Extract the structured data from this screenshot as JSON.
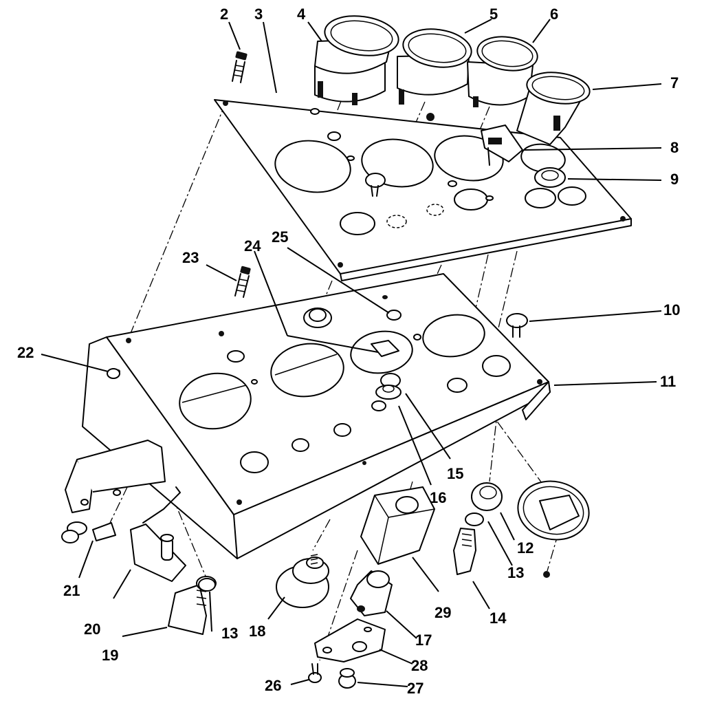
{
  "callouts": [
    {
      "id": "c2",
      "text": "2"
    },
    {
      "id": "c3",
      "text": "3"
    },
    {
      "id": "c4",
      "text": "4"
    },
    {
      "id": "c5",
      "text": "5"
    },
    {
      "id": "c6",
      "text": "6"
    },
    {
      "id": "c7",
      "text": "7"
    },
    {
      "id": "c8",
      "text": "8"
    },
    {
      "id": "c9",
      "text": "9"
    },
    {
      "id": "c10",
      "text": "10"
    },
    {
      "id": "c11",
      "text": "11"
    },
    {
      "id": "c12",
      "text": "12"
    },
    {
      "id": "c13a",
      "text": "13"
    },
    {
      "id": "c13b",
      "text": "13"
    },
    {
      "id": "c14",
      "text": "14"
    },
    {
      "id": "c15",
      "text": "15"
    },
    {
      "id": "c16",
      "text": "16"
    },
    {
      "id": "c17",
      "text": "17"
    },
    {
      "id": "c18",
      "text": "18"
    },
    {
      "id": "c19",
      "text": "19"
    },
    {
      "id": "c20",
      "text": "20"
    },
    {
      "id": "c21",
      "text": "21"
    },
    {
      "id": "c22",
      "text": "22"
    },
    {
      "id": "c23",
      "text": "23"
    },
    {
      "id": "c24",
      "text": "24"
    },
    {
      "id": "c25",
      "text": "25"
    },
    {
      "id": "c26",
      "text": "26"
    },
    {
      "id": "c27",
      "text": "27"
    },
    {
      "id": "c28",
      "text": "28"
    },
    {
      "id": "c29",
      "text": "29"
    }
  ]
}
